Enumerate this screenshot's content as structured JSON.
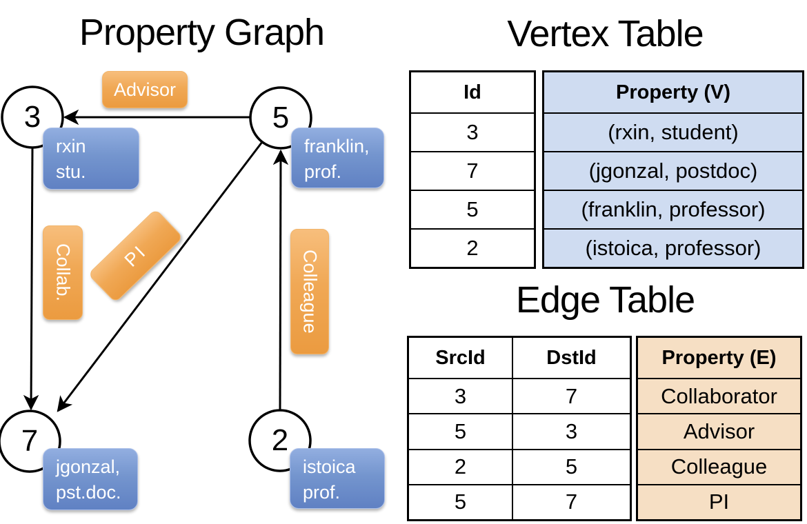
{
  "graph": {
    "title": "Property Graph",
    "nodes": [
      {
        "label": "3",
        "prop_line1": "rxin",
        "prop_line2": "stu."
      },
      {
        "label": "5",
        "prop_line1": "franklin,",
        "prop_line2": "prof."
      },
      {
        "label": "7",
        "prop_line1": "jgonzal,",
        "prop_line2": "pst.doc."
      },
      {
        "label": "2",
        "prop_line1": "istoica",
        "prop_line2": "prof."
      }
    ],
    "edge_labels": [
      {
        "label": "Advisor"
      },
      {
        "label": "Collab."
      },
      {
        "label": "PI"
      },
      {
        "label": "Colleague"
      }
    ]
  },
  "vertex_table": {
    "title": "Vertex Table",
    "id_header": "Id",
    "property_header": "Property (V)",
    "rows": [
      {
        "id": "3",
        "property": "(rxin, student)"
      },
      {
        "id": "7",
        "property": "(jgonzal, postdoc)"
      },
      {
        "id": "5",
        "property": "(franklin, professor)"
      },
      {
        "id": "2",
        "property": "(istoica, professor)"
      }
    ]
  },
  "edge_table": {
    "title": "Edge Table",
    "src_header": "SrcId",
    "dst_header": "DstId",
    "property_header": "Property (E)",
    "rows": [
      {
        "src": "3",
        "dst": "7",
        "property": "Collaborator"
      },
      {
        "src": "5",
        "dst": "3",
        "property": "Advisor"
      },
      {
        "src": "2",
        "dst": "5",
        "property": "Colleague"
      },
      {
        "src": "5",
        "dst": "7",
        "property": "PI"
      }
    ]
  },
  "colors": {
    "edge_label_orange": "#EB9B40",
    "vertex_box_blue": "#7495CE",
    "vertex_cell_bg": "#CFDCF1",
    "edge_cell_bg": "#F6DFC4",
    "line_black": "#000000"
  }
}
